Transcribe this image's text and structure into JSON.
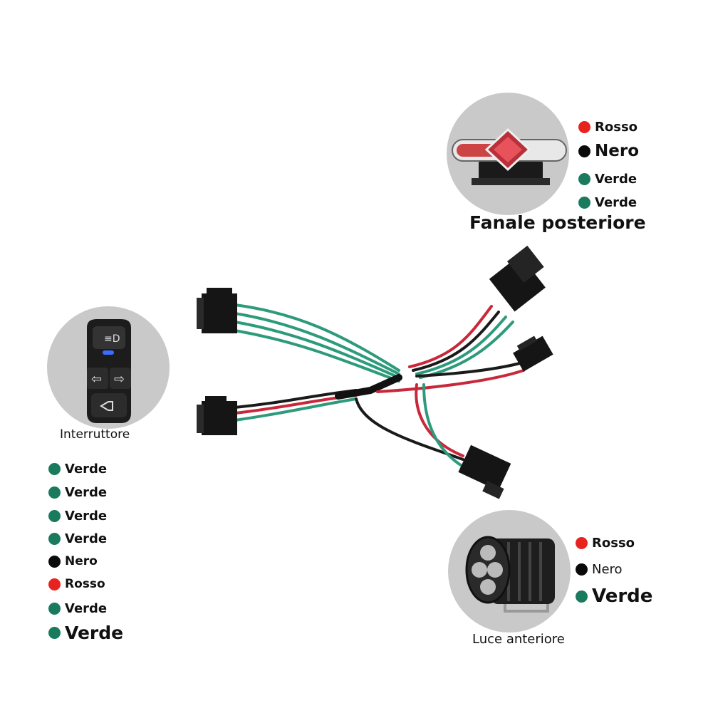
{
  "colors": {
    "green": "#1a7a5e",
    "red": "#e8231f",
    "black": "#0a0a0a",
    "wire_green": "#2e9a7c",
    "wire_red": "#c8283a",
    "wire_black": "#1a1a1a",
    "circle_bg": "#c9c9c9"
  },
  "tail_light": {
    "caption": "Fanale posteriore",
    "legend": [
      {
        "color": "red",
        "label": "Rosso"
      },
      {
        "color": "black",
        "label": "Nero"
      },
      {
        "color": "green",
        "label": "Verde"
      },
      {
        "color": "green",
        "label": "Verde"
      }
    ]
  },
  "switch": {
    "caption": "Interruttore",
    "legend": [
      {
        "color": "green",
        "label": "Verde"
      },
      {
        "color": "green",
        "label": "Verde"
      },
      {
        "color": "green",
        "label": "Verde"
      },
      {
        "color": "green",
        "label": "Verde"
      },
      {
        "color": "black",
        "label": "Nero"
      },
      {
        "color": "red",
        "label": "Rosso"
      },
      {
        "color": "green",
        "label": "Verde"
      },
      {
        "color": "green",
        "label": "Verde"
      }
    ]
  },
  "front_light": {
    "caption": "Luce anteriore",
    "legend": [
      {
        "color": "red",
        "label": "Rosso"
      },
      {
        "color": "black",
        "label": "Nero"
      },
      {
        "color": "green",
        "label": "Verde"
      }
    ]
  }
}
